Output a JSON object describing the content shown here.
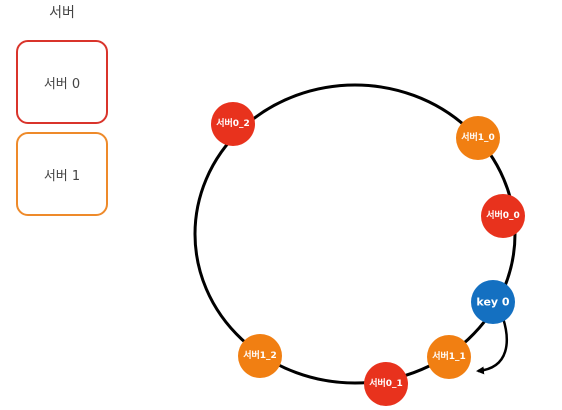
{
  "legend": {
    "title": "서버",
    "items": [
      {
        "label": "서버 0",
        "color": "#d9342b"
      },
      {
        "label": "서버 1",
        "color": "#ee8a2a"
      }
    ]
  },
  "ring": {
    "nodes": [
      {
        "id": "s0_2",
        "label": "서버0_2",
        "color": "#e8321d",
        "kind": "server"
      },
      {
        "id": "s1_0",
        "label": "서버1_0",
        "color": "#f17f12",
        "kind": "server"
      },
      {
        "id": "s0_0",
        "label": "서버0_0",
        "color": "#e8321d",
        "kind": "server"
      },
      {
        "id": "key0",
        "label": "key 0",
        "color": "#1470c1",
        "kind": "key"
      },
      {
        "id": "s1_1",
        "label": "서버1_1",
        "color": "#f17f12",
        "kind": "server"
      },
      {
        "id": "s0_1",
        "label": "서버0_1",
        "color": "#e8321d",
        "kind": "server"
      },
      {
        "id": "s1_2",
        "label": "서버1_2",
        "color": "#f17f12",
        "kind": "server"
      }
    ],
    "arrow": {
      "from": "key0",
      "to": "s1_1",
      "direction": "clockwise"
    }
  }
}
